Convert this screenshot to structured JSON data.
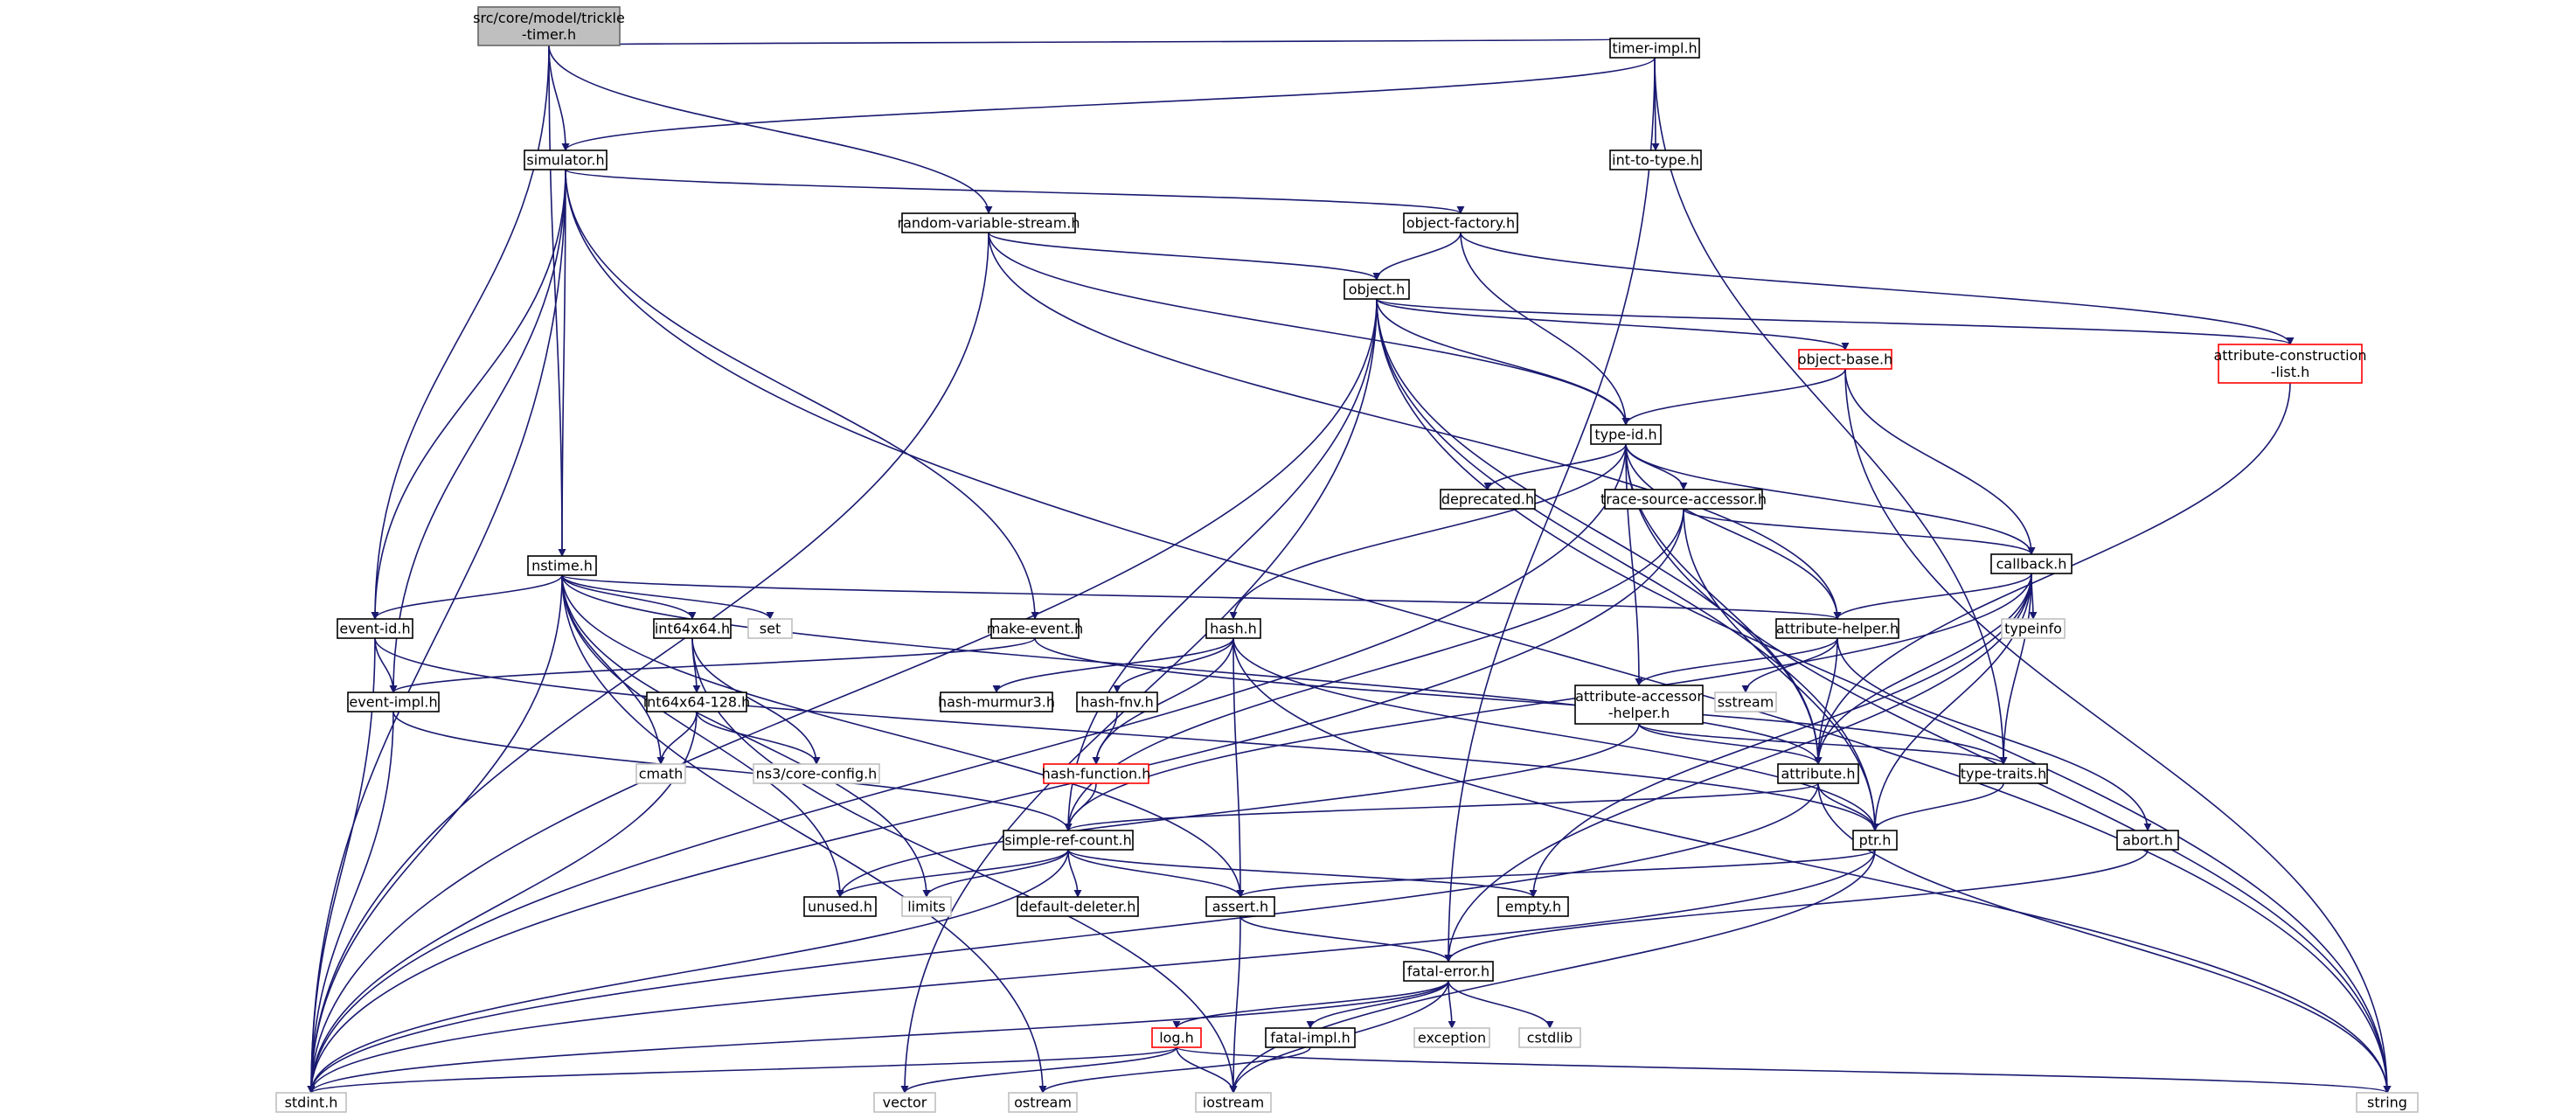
{
  "title": "src/core/model/trickle-timer.h",
  "nodes": {
    "root": {
      "lines": [
        "src/core/model/trickle",
        "-timer.h"
      ],
      "style": "root"
    },
    "timer-impl": {
      "lines": [
        "timer-impl.h"
      ],
      "style": "normal"
    },
    "int-to-type": {
      "lines": [
        "int-to-type.h"
      ],
      "style": "normal"
    },
    "simulator": {
      "lines": [
        "simulator.h"
      ],
      "style": "normal"
    },
    "random-variable-stream": {
      "lines": [
        "random-variable-stream.h"
      ],
      "style": "normal"
    },
    "object-factory": {
      "lines": [
        "object-factory.h"
      ],
      "style": "normal"
    },
    "object": {
      "lines": [
        "object.h"
      ],
      "style": "normal"
    },
    "attribute-construction-list": {
      "lines": [
        "attribute-construction",
        "-list.h"
      ],
      "style": "red"
    },
    "object-base": {
      "lines": [
        "object-base.h"
      ],
      "style": "red"
    },
    "type-id": {
      "lines": [
        "type-id.h"
      ],
      "style": "normal"
    },
    "deprecated": {
      "lines": [
        "deprecated.h"
      ],
      "style": "normal"
    },
    "trace-source-accessor": {
      "lines": [
        "trace-source-accessor.h"
      ],
      "style": "normal"
    },
    "callback": {
      "lines": [
        "callback.h"
      ],
      "style": "normal"
    },
    "nstime": {
      "lines": [
        "nstime.h"
      ],
      "style": "normal"
    },
    "set": {
      "lines": [
        "set"
      ],
      "style": "gray"
    },
    "int64x64": {
      "lines": [
        "int64x64.h"
      ],
      "style": "normal"
    },
    "event-id": {
      "lines": [
        "event-id.h"
      ],
      "style": "normal"
    },
    "make-event": {
      "lines": [
        "make-event.h"
      ],
      "style": "normal"
    },
    "hash": {
      "lines": [
        "hash.h"
      ],
      "style": "normal"
    },
    "attribute-helper": {
      "lines": [
        "attribute-helper.h"
      ],
      "style": "normal"
    },
    "typeinfo": {
      "lines": [
        "typeinfo"
      ],
      "style": "gray"
    },
    "sstream": {
      "lines": [
        "sstream"
      ],
      "style": "gray"
    },
    "int64x64-128": {
      "lines": [
        "int64x64-128.h"
      ],
      "style": "normal"
    },
    "event-impl": {
      "lines": [
        "event-impl.h"
      ],
      "style": "normal"
    },
    "hash-murmur3": {
      "lines": [
        "hash-murmur3.h"
      ],
      "style": "normal"
    },
    "hash-fnv": {
      "lines": [
        "hash-fnv.h"
      ],
      "style": "normal"
    },
    "attribute-accessor-helper": {
      "lines": [
        "attribute-accessor",
        "-helper.h"
      ],
      "style": "normal"
    },
    "cmath": {
      "lines": [
        "cmath"
      ],
      "style": "gray"
    },
    "ns3-core-config": {
      "lines": [
        "ns3/core-config.h"
      ],
      "style": "gray"
    },
    "hash-function": {
      "lines": [
        "hash-function.h"
      ],
      "style": "red"
    },
    "attribute": {
      "lines": [
        "attribute.h"
      ],
      "style": "normal"
    },
    "type-traits": {
      "lines": [
        "type-traits.h"
      ],
      "style": "normal"
    },
    "simple-ref-count": {
      "lines": [
        "simple-ref-count.h"
      ],
      "style": "normal"
    },
    "ptr": {
      "lines": [
        "ptr.h"
      ],
      "style": "normal"
    },
    "abort": {
      "lines": [
        "abort.h"
      ],
      "style": "normal"
    },
    "unused": {
      "lines": [
        "unused.h"
      ],
      "style": "normal"
    },
    "limits": {
      "lines": [
        "limits"
      ],
      "style": "gray"
    },
    "default-deleter": {
      "lines": [
        "default-deleter.h"
      ],
      "style": "normal"
    },
    "assert": {
      "lines": [
        "assert.h"
      ],
      "style": "normal"
    },
    "empty": {
      "lines": [
        "empty.h"
      ],
      "style": "normal"
    },
    "fatal-error": {
      "lines": [
        "fatal-error.h"
      ],
      "style": "normal"
    },
    "log": {
      "lines": [
        "log.h"
      ],
      "style": "red"
    },
    "fatal-impl": {
      "lines": [
        "fatal-impl.h"
      ],
      "style": "normal"
    },
    "exception": {
      "lines": [
        "exception"
      ],
      "style": "gray"
    },
    "cstdlib": {
      "lines": [
        "cstdlib"
      ],
      "style": "gray"
    },
    "stdint": {
      "lines": [
        "stdint.h"
      ],
      "style": "gray"
    },
    "vector": {
      "lines": [
        "vector"
      ],
      "style": "gray"
    },
    "ostream": {
      "lines": [
        "ostream"
      ],
      "style": "gray"
    },
    "iostream": {
      "lines": [
        "iostream"
      ],
      "style": "gray"
    },
    "string": {
      "lines": [
        "string"
      ],
      "style": "gray"
    }
  },
  "edges": [
    [
      "root",
      "timer-impl"
    ],
    [
      "root",
      "simulator"
    ],
    [
      "root",
      "random-variable-stream"
    ],
    [
      "root",
      "nstime"
    ],
    [
      "root",
      "event-id"
    ],
    [
      "timer-impl",
      "int-to-type"
    ],
    [
      "timer-impl",
      "simulator"
    ],
    [
      "timer-impl",
      "type-traits"
    ],
    [
      "timer-impl",
      "fatal-error"
    ],
    [
      "simulator",
      "object-factory"
    ],
    [
      "simulator",
      "nstime"
    ],
    [
      "simulator",
      "event-id"
    ],
    [
      "simulator",
      "event-impl"
    ],
    [
      "simulator",
      "make-event"
    ],
    [
      "simulator",
      "stdint"
    ],
    [
      "simulator",
      "string"
    ],
    [
      "random-variable-stream",
      "object"
    ],
    [
      "random-variable-stream",
      "type-id"
    ],
    [
      "random-variable-stream",
      "attribute-helper"
    ],
    [
      "random-variable-stream",
      "stdint"
    ],
    [
      "object-factory",
      "object"
    ],
    [
      "object-factory",
      "type-id"
    ],
    [
      "object-factory",
      "attribute-construction-list"
    ],
    [
      "object",
      "object-base"
    ],
    [
      "object",
      "type-id"
    ],
    [
      "object",
      "attribute-construction-list"
    ],
    [
      "object",
      "simple-ref-count"
    ],
    [
      "object",
      "attribute"
    ],
    [
      "object",
      "ptr"
    ],
    [
      "object",
      "stdint"
    ],
    [
      "object",
      "string"
    ],
    [
      "object",
      "vector"
    ],
    [
      "attribute-construction-list",
      "attribute"
    ],
    [
      "object-base",
      "type-id"
    ],
    [
      "object-base",
      "callback"
    ],
    [
      "object-base",
      "string"
    ],
    [
      "type-id",
      "deprecated"
    ],
    [
      "type-id",
      "trace-source-accessor"
    ],
    [
      "type-id",
      "callback"
    ],
    [
      "type-id",
      "hash"
    ],
    [
      "type-id",
      "attribute-helper"
    ],
    [
      "type-id",
      "attribute-accessor-helper"
    ],
    [
      "type-id",
      "attribute"
    ],
    [
      "type-id",
      "stdint"
    ],
    [
      "type-id",
      "string"
    ],
    [
      "trace-source-accessor",
      "callback"
    ],
    [
      "trace-source-accessor",
      "simple-ref-count"
    ],
    [
      "trace-source-accessor",
      "ptr"
    ],
    [
      "trace-source-accessor",
      "stdint"
    ],
    [
      "callback",
      "typeinfo"
    ],
    [
      "callback",
      "attribute-helper"
    ],
    [
      "callback",
      "type-traits"
    ],
    [
      "callback",
      "attribute"
    ],
    [
      "callback",
      "simple-ref-count"
    ],
    [
      "callback",
      "ptr"
    ],
    [
      "callback",
      "empty"
    ],
    [
      "callback",
      "fatal-error"
    ],
    [
      "nstime",
      "set"
    ],
    [
      "nstime",
      "int64x64"
    ],
    [
      "nstime",
      "event-id"
    ],
    [
      "nstime",
      "attribute-helper"
    ],
    [
      "nstime",
      "assert"
    ],
    [
      "nstime",
      "attribute"
    ],
    [
      "nstime",
      "stdint"
    ],
    [
      "nstime",
      "cmath"
    ],
    [
      "nstime",
      "ostream"
    ],
    [
      "nstime",
      "limits"
    ],
    [
      "nstime",
      "unused"
    ],
    [
      "int64x64",
      "int64x64-128"
    ],
    [
      "int64x64",
      "ns3-core-config"
    ],
    [
      "int64x64",
      "iostream"
    ],
    [
      "int64x64-128",
      "cmath"
    ],
    [
      "int64x64-128",
      "ns3-core-config"
    ],
    [
      "int64x64-128",
      "stdint"
    ],
    [
      "event-id",
      "event-impl"
    ],
    [
      "event-id",
      "ptr"
    ],
    [
      "event-id",
      "stdint"
    ],
    [
      "make-event",
      "event-impl"
    ],
    [
      "make-event",
      "type-traits"
    ],
    [
      "event-impl",
      "simple-ref-count"
    ],
    [
      "event-impl",
      "stdint"
    ],
    [
      "hash",
      "hash-murmur3"
    ],
    [
      "hash",
      "hash-fnv"
    ],
    [
      "hash",
      "hash-function"
    ],
    [
      "hash",
      "assert"
    ],
    [
      "hash",
      "ptr"
    ],
    [
      "hash",
      "string"
    ],
    [
      "hash-fnv",
      "hash-function"
    ],
    [
      "hash-function",
      "simple-ref-count"
    ],
    [
      "attribute-helper",
      "attribute-accessor-helper"
    ],
    [
      "attribute-helper",
      "sstream"
    ],
    [
      "attribute-helper",
      "attribute"
    ],
    [
      "attribute-helper",
      "abort"
    ],
    [
      "attribute-accessor-helper",
      "attribute"
    ],
    [
      "attribute-accessor-helper",
      "type-traits"
    ],
    [
      "attribute-accessor-helper",
      "unused"
    ],
    [
      "attribute",
      "ptr"
    ],
    [
      "attribute",
      "simple-ref-count"
    ],
    [
      "attribute",
      "string"
    ],
    [
      "attribute",
      "stdint"
    ],
    [
      "type-traits",
      "ptr"
    ],
    [
      "ptr",
      "assert"
    ],
    [
      "ptr",
      "iostream"
    ],
    [
      "ptr",
      "stdint"
    ],
    [
      "simple-ref-count",
      "assert"
    ],
    [
      "simple-ref-count",
      "default-deleter"
    ],
    [
      "simple-ref-count",
      "unused"
    ],
    [
      "simple-ref-count",
      "limits"
    ],
    [
      "simple-ref-count",
      "empty"
    ],
    [
      "simple-ref-count",
      "stdint"
    ],
    [
      "abort",
      "fatal-error"
    ],
    [
      "assert",
      "fatal-error"
    ],
    [
      "assert",
      "iostream"
    ],
    [
      "fatal-error",
      "log"
    ],
    [
      "fatal-error",
      "fatal-impl"
    ],
    [
      "fatal-error",
      "exception"
    ],
    [
      "fatal-error",
      "cstdlib"
    ],
    [
      "fatal-error",
      "iostream"
    ],
    [
      "fatal-error",
      "stdint"
    ],
    [
      "log",
      "stdint"
    ],
    [
      "log",
      "iostream"
    ],
    [
      "log",
      "vector"
    ],
    [
      "log",
      "string"
    ],
    [
      "fatal-impl",
      "ostream"
    ]
  ]
}
